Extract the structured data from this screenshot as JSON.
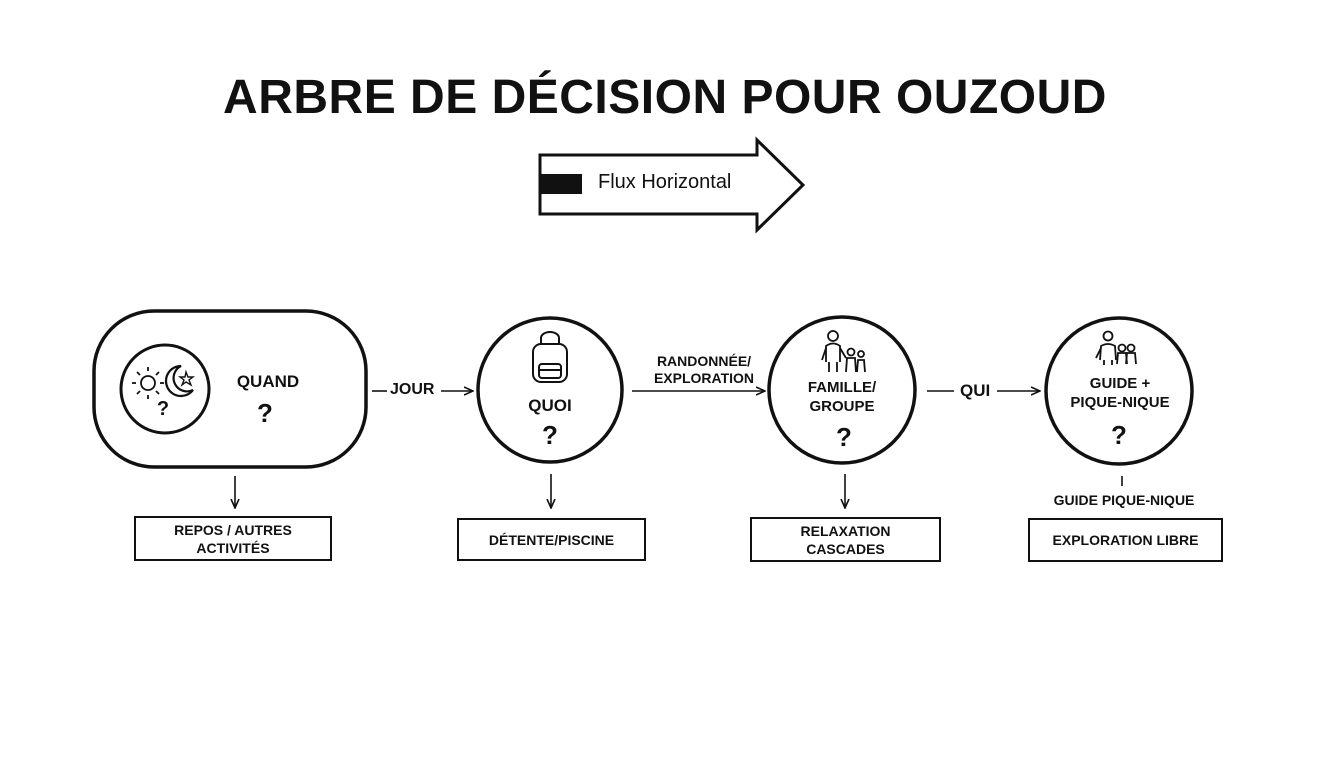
{
  "title": "ARBRE DE DÉCISION POUR OUZOUD",
  "legend": {
    "label": "Flux Horizontal"
  },
  "nodes": {
    "quand": {
      "label": "QUAND",
      "question": "?",
      "icon_question": "?",
      "icon": "sun-moon-icon"
    },
    "quoi": {
      "label": "QUOI",
      "question": "?",
      "icon": "backpack-icon"
    },
    "famille": {
      "label_line1": "FAMILLE/",
      "label_line2": "GROUPE",
      "question": "?",
      "icon": "family-icon"
    },
    "guide": {
      "label_line1": "GUIDE +",
      "label_line2": "PIQUE-NIQUE",
      "question": "?",
      "icon": "family-icon"
    }
  },
  "edges": {
    "jour": "JOUR",
    "rando_line1": "RANDONNÉE/",
    "rando_line2": "EXPLORATION",
    "qui": "QUI",
    "guide_pique_nique": "GUIDE PIQUE-NIQUE"
  },
  "outcomes": {
    "repos_line1": "REPOS / AUTRES",
    "repos_line2": "ACTIVITÉS",
    "detente": "DÉTENTE/PISCINE",
    "relax_line1": "RELAXATION",
    "relax_line2": "CASCADES",
    "exploration": "EXPLORATION LIBRE"
  },
  "colors": {
    "stroke": "#111111",
    "background": "#ffffff"
  }
}
